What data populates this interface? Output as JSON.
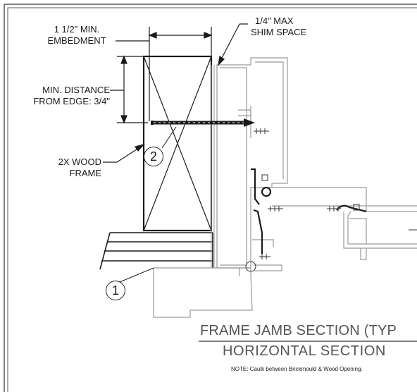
{
  "labels": {
    "embedment": [
      "1 1/2\" MIN.",
      "EMBEDMENT"
    ],
    "shim": [
      "1/4\" MAX",
      "SHIM SPACE"
    ],
    "min_distance": [
      "MIN. DISTANCE",
      "FROM EDGE: 3/4\""
    ],
    "wood_frame": [
      "2X WOOD",
      "FRAME"
    ]
  },
  "callouts": {
    "one": "1",
    "two": "2"
  },
  "title": {
    "line1": "FRAME JAMB SECTION (TYP",
    "line2": "HORIZONTAL SECTION",
    "note": "NOTE: Caulk between Brickmould & Wood Opening."
  },
  "colors": {
    "ink": "#1a1a1a",
    "gray": "#9a9a9a",
    "title": "#555555",
    "hatch": "#444444"
  }
}
